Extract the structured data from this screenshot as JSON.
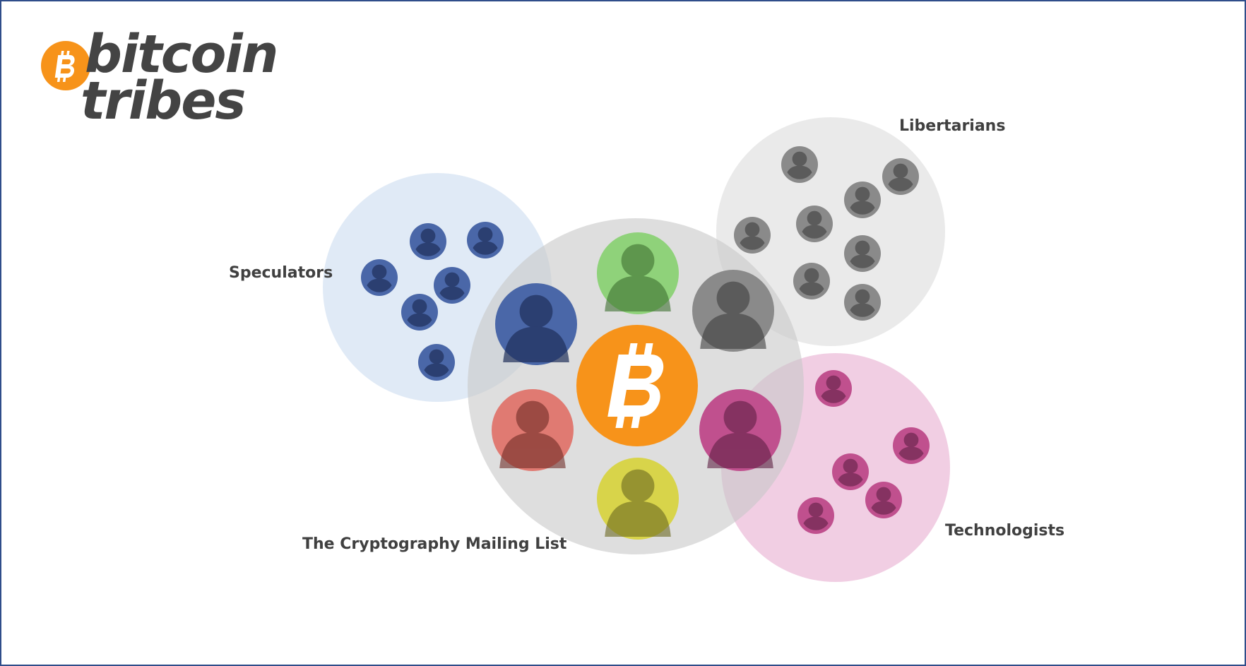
{
  "logo": {
    "line1": "bitcoin",
    "line2": "tribes",
    "icon": "bitcoin-icon",
    "color": "#f7931a"
  },
  "groups": {
    "speculators": {
      "label": "Speculators",
      "color": "#dbe6f4",
      "face_color": "#4a67a8"
    },
    "libertarians": {
      "label": "Libertarians",
      "color": "#e6e6e6",
      "face_color": "#8a8a8a"
    },
    "technologists": {
      "label": "Technologists",
      "color": "#eec6de",
      "face_color": "#c0508e"
    },
    "cryptography": {
      "label": "The Cryptography Mailing List",
      "color": "#c8c8c8"
    }
  },
  "center": {
    "icon": "bitcoin-icon",
    "color": "#f7931a"
  },
  "core_members": [
    {
      "name": "member-green",
      "color": "#8fd27a"
    },
    {
      "name": "member-blue",
      "color": "#4a67a8"
    },
    {
      "name": "member-gray",
      "color": "#8a8a8a"
    },
    {
      "name": "member-red",
      "color": "#e07a72"
    },
    {
      "name": "member-pink",
      "color": "#c0508e"
    },
    {
      "name": "member-yellow",
      "color": "#d8d44a"
    }
  ]
}
